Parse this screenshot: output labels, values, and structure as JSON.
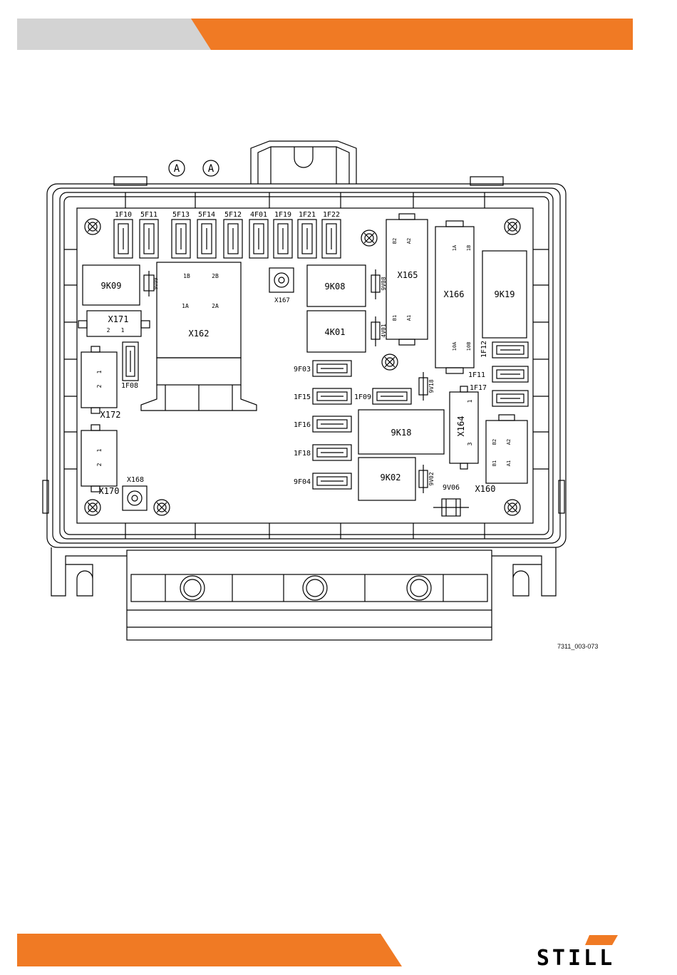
{
  "colors": {
    "accent": "#F07A24",
    "header_grey": "#D3D3D3",
    "line": "#000000"
  },
  "callouts": [
    "A",
    "A"
  ],
  "fuses_top": [
    "1F10",
    "5F11",
    "5F13",
    "5F14",
    "5F12",
    "4F01",
    "1F19",
    "1F21",
    "1F22"
  ],
  "fuses_mid": [
    "9F03",
    "1F15",
    "1F09",
    "1F16",
    "1F18",
    "9F04"
  ],
  "fuses_right": [
    "1F12",
    "1F11",
    "1F17"
  ],
  "fuse_left": "1F08",
  "relays": {
    "r9k09": "9K09",
    "r9k08": "9K08",
    "r4k01": "4K01",
    "r9k19": "9K19",
    "r9k18": "9K18",
    "r9k02": "9K02"
  },
  "connectors": {
    "x162": "X162",
    "x162_pins": [
      "1B",
      "2B",
      "1A",
      "2A"
    ],
    "x165": "X165",
    "x165_pins": [
      "B2",
      "A2",
      "B1",
      "A1"
    ],
    "x166": "X166",
    "x166_pins": [
      "1A",
      "1B",
      "10A",
      "10B"
    ],
    "x171": "X171",
    "x171_pins": [
      "2",
      "1"
    ],
    "x172": "X172",
    "x172_pins": [
      "1",
      "2"
    ],
    "x170": "X170",
    "x170_pins": [
      "1",
      "2"
    ],
    "x164": "X164",
    "x164_pins": [
      "1",
      "3"
    ],
    "x160": "X160",
    "x160_pins": [
      "B2",
      "A2",
      "B1",
      "A1"
    ],
    "x167": "X167",
    "x168": "X168"
  },
  "diodes": {
    "d9v09": "9V09",
    "d9v08": "9V08",
    "d4v01": "4V01",
    "d9v18": "9V18",
    "d9v02": "9V02",
    "d9v06": "9V06"
  },
  "figure_ref": "7311_003-073",
  "brand": "STILL"
}
